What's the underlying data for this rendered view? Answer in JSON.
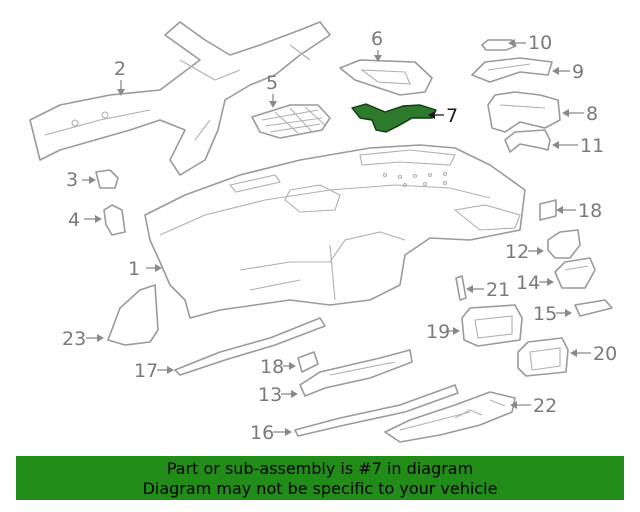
{
  "diagram": {
    "highlighted_part": "7",
    "highlight_color": "#2d7a2d",
    "callouts": [
      "1",
      "2",
      "3",
      "4",
      "5",
      "6",
      "7",
      "8",
      "9",
      "10",
      "11",
      "12",
      "13",
      "14",
      "15",
      "16",
      "17",
      "18",
      "18",
      "19",
      "20",
      "21",
      "22",
      "23"
    ]
  },
  "banner": {
    "line1": "Part or sub-assembly is #7 in diagram",
    "line2": "Diagram may not be specific to your vehicle",
    "background": "#218c18"
  }
}
